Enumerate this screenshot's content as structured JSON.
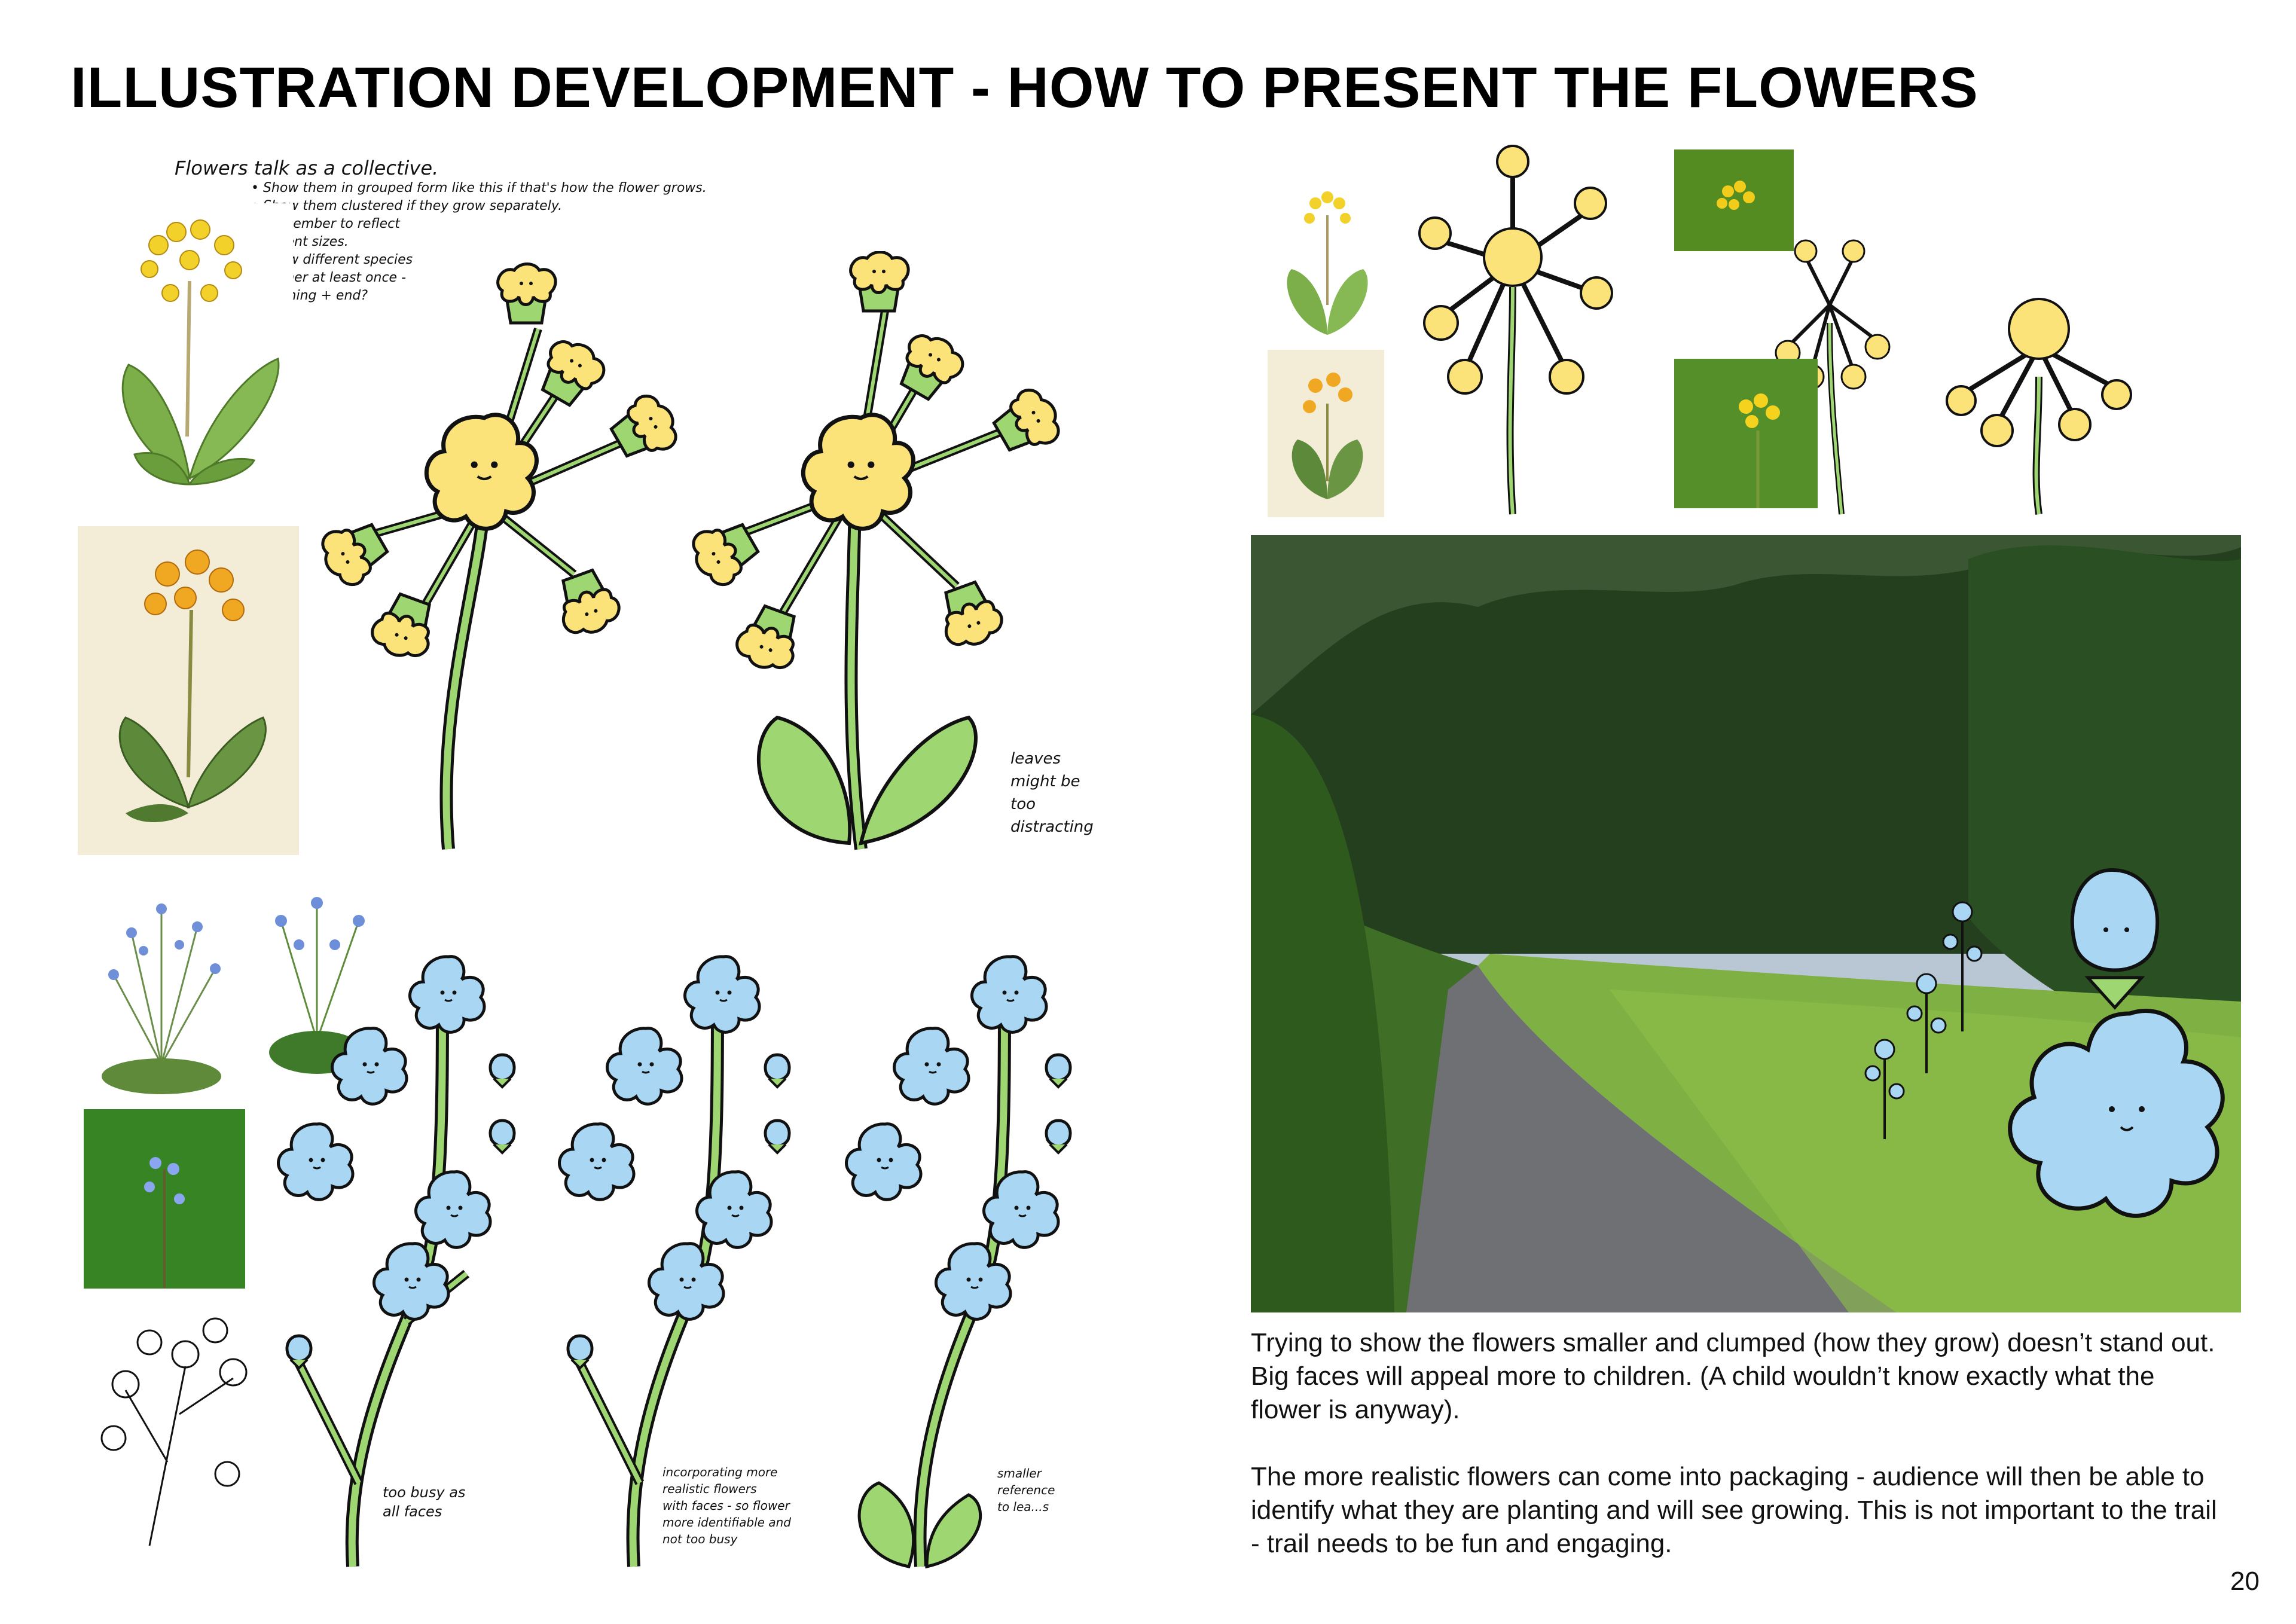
{
  "title": "ILLUSTRATION DEVELOPMENT - HOW TO PRESENT THE FLOWERS",
  "notes": {
    "collective_heading": "Flowers talk as a collective.",
    "collective_points": "• Show them in grouped form like this if that's how the flower grows.\n• Show them clustered if they grow separately.\n• Remember to reflect\n   different sizes.\n• Show different species\n   together at least once -\n   beginning + end?",
    "leaves": "leaves\nmight be\ntoo\ndistracting",
    "too_busy": "too busy as\nall faces",
    "incorporating": "incorporating more\nrealistic flowers\nwith faces - so flower\nmore identifiable and\nnot too busy",
    "smaller": "smaller\nreference\nto lea...s"
  },
  "caption": "Trying to show the flowers smaller and clumped (how they grow) doesn’t stand out. Big faces will appeal more to children. (A child wouldn’t know exactly what the flower is anyway).\n\nThe more realistic flowers can come into packaging - audience will then be able to identify what they are planting and will see growing. This is not important to the trail - trail needs to be fun and engaging.",
  "page_number": "20",
  "colors": {
    "cowslip_yellow": "#fbe37a",
    "stem_green": "#9ed672",
    "forget_me_not_blue": "#a9d6f2",
    "outline": "#111111"
  }
}
